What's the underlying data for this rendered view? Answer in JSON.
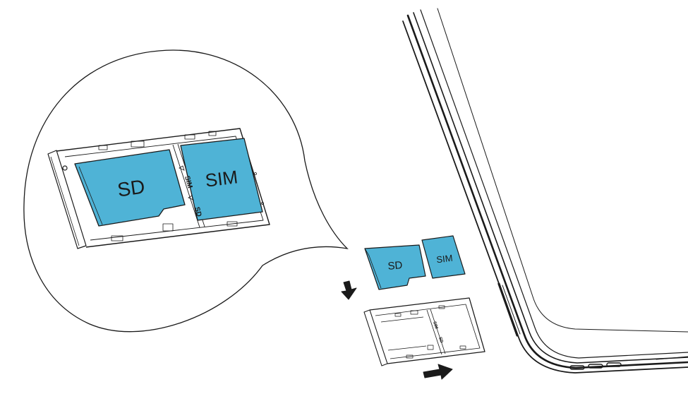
{
  "colors": {
    "card_fill": "#4fb3d6",
    "line": "#1a1a1a",
    "background": "#ffffff"
  },
  "zoom_callout": {
    "sd_label": "SD",
    "sim_label": "SIM",
    "tray_slot_text_sim": "SIM",
    "tray_slot_text_sd": "SD"
  },
  "cards": {
    "sd_label": "SD",
    "sim_label": "SIM"
  },
  "tray_small": {
    "tray_slot_text_sim": "SIM",
    "tray_slot_text_sd": "SD"
  },
  "icons": {
    "insert_arrow_down": "arrow-down-icon",
    "insert_arrow_right": "arrow-right-icon"
  }
}
